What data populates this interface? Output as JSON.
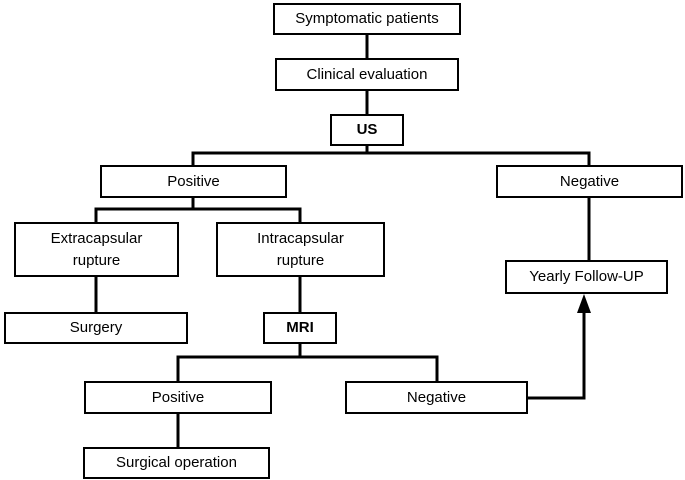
{
  "nodes": {
    "symptomatic": "Symptomatic patients",
    "clinical": "Clinical evaluation",
    "us": "US",
    "positive": "Positive",
    "negative": "Negative",
    "extracapsular": "Extracapsular\nrupture",
    "intracapsular": "Intracapsular\nrupture",
    "surgery": "Surgery",
    "mri": "MRI",
    "yearly": "Yearly Follow-UP",
    "mri_positive": "Positive",
    "mri_negative": "Negative",
    "surgical_operation": "Surgical operation"
  }
}
